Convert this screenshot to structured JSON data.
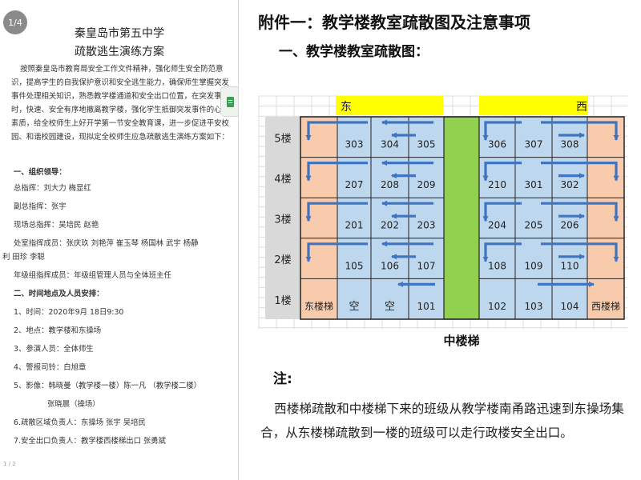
{
  "left_doc": {
    "page_indicator": "1/4",
    "footer_page": "1 / 2",
    "title_line1": "秦皇岛市第五中学",
    "title_line2": "疏散逃生演练方案",
    "intro": "按照秦皇岛市教育局安全工作文件精神，强化师生安全防范意识，提高学生的自我保护意识和安全逃生能力，确保师生掌握突发事件处理相关知识，熟悉教学楼通道和安全出口位置，在突发事件时，快速、安全有序地撤离教学楼，强化学生抵御突发事件的心理素质，给全校师生上好开学第一节安全教育课，进一步促进平安校园、和谐校园建设，现拟定全校师生应急疏散逃生演练方案如下：",
    "lines": [
      "一、组织领导：",
      "总指挥：刘大力  梅显红",
      "副总指挥：张宇",
      "现场总指挥：吴培民  赵艳",
      "处室指挥成员：张庆玖  刘艳萍  崔玉琴  杨国林   武宇  杨静",
      "利   田珍  李聪",
      "年级组指挥成员：年级组管理人员与全体班主任",
      "二、时间地点及人员安排：",
      "1、时间：2020年9月  18日9:30",
      "2、地点：教学楼和东操场",
      "3、参演人员：全体师生",
      "4、警报司铃：白旭章",
      "5、影像：韩晓曼（教学楼一楼）陈一凡  （教学楼二楼）",
      "张晓晨（操场）",
      "6.疏散区域负责人：东操场  张宇   吴培民",
      "7.安全出口负责人：教学楼西楼梯出口  张勇斌"
    ]
  },
  "right_doc": {
    "attachment_title": "附件一：教学楼教室疏散图及注意事项",
    "section_title": "一、教学楼教室疏散图：",
    "note_title": "注:",
    "note_text": "西楼梯疏散和中楼梯下来的班级从教学楼南甬路迅速到东操场集合，从东楼梯疏散到一楼的班级可以走行政楼安全出口。"
  },
  "chart_data": {
    "type": "table",
    "top_labels": [
      "东",
      "西"
    ],
    "floor_labels": [
      "5楼",
      "4楼",
      "3楼",
      "2楼",
      "1楼"
    ],
    "stairs": {
      "east": "东楼梯",
      "west": "西楼梯",
      "middle": "中楼梯"
    },
    "rows": [
      {
        "floor": "5楼",
        "east": [
          "",
          "303",
          "304",
          "305"
        ],
        "west": [
          "306",
          "307",
          "308",
          ""
        ]
      },
      {
        "floor": "4楼",
        "east": [
          "",
          "207",
          "208",
          "209"
        ],
        "west": [
          "210",
          "301",
          "302",
          ""
        ]
      },
      {
        "floor": "3楼",
        "east": [
          "",
          "201",
          "202",
          "203"
        ],
        "west": [
          "204",
          "205",
          "206",
          ""
        ]
      },
      {
        "floor": "2楼",
        "east": [
          "",
          "105",
          "106",
          "107"
        ],
        "west": [
          "108",
          "109",
          "110",
          ""
        ]
      },
      {
        "floor": "1楼",
        "east": [
          "东楼梯",
          "空",
          "空",
          "101"
        ],
        "west": [
          "102",
          "103",
          "104",
          "西楼梯"
        ]
      }
    ],
    "colors": {
      "classroom": "#bdd7ee",
      "stairwell": "#f8cbad",
      "middle_stair": "#92d050",
      "top_band": "#ffff00",
      "floor_label_bg": "#d9d9d9",
      "arrow": "#3f75c0"
    }
  }
}
